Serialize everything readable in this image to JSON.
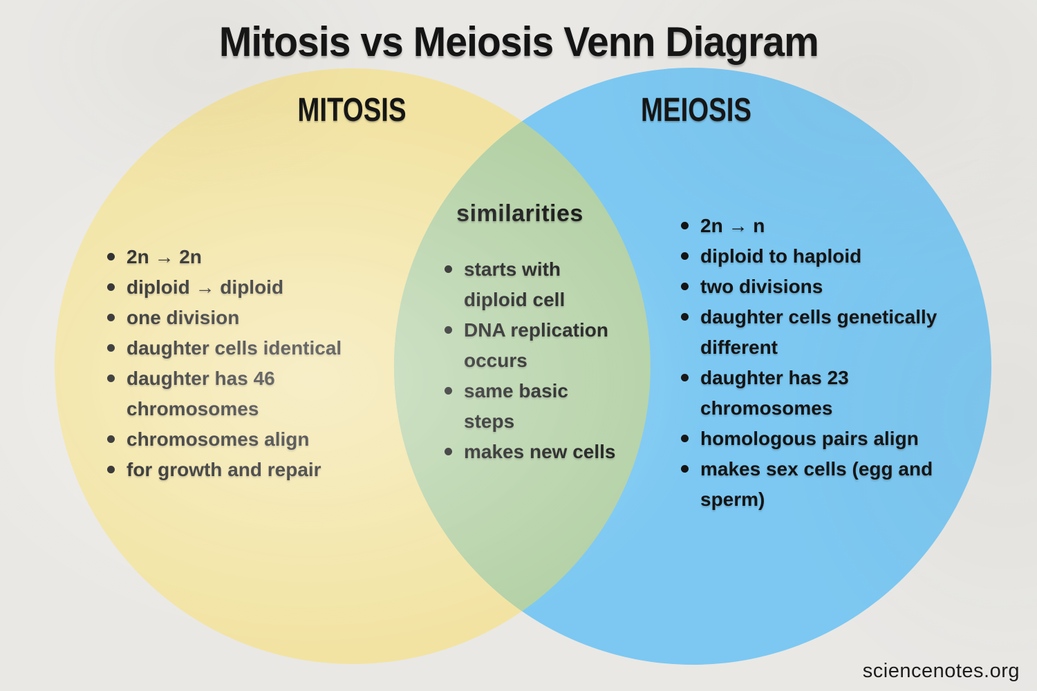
{
  "title": "Mitosis vs Meiosis Venn Diagram",
  "watermark": "sciencenotes.org",
  "colors": {
    "background": "#e9e8e5",
    "mitosis_circle": "#f2e3a2",
    "meiosis_circle": "#7cc8f2",
    "overlap": "#b4d1a6",
    "text": "#141414"
  },
  "venn": {
    "left": {
      "label": "MITOSIS",
      "items": [
        "2n → 2n",
        "diploid → diploid",
        "one division",
        "daughter cells identical",
        "daughter has 46\nchromosomes",
        "chromosomes align",
        "for growth and repair"
      ]
    },
    "overlap": {
      "label": "similarities",
      "items": [
        "starts with\ndiploid cell",
        "DNA replication\noccurs",
        "same basic\nsteps",
        "makes new cells"
      ]
    },
    "right": {
      "label": "MEIOSIS",
      "items": [
        "2n → n",
        "diploid to haploid",
        "two divisions",
        "daughter cells genetically\ndifferent",
        "daughter has 23\nchromosomes",
        "homologous pairs align",
        "makes sex cells (egg and\nsperm)"
      ]
    }
  }
}
